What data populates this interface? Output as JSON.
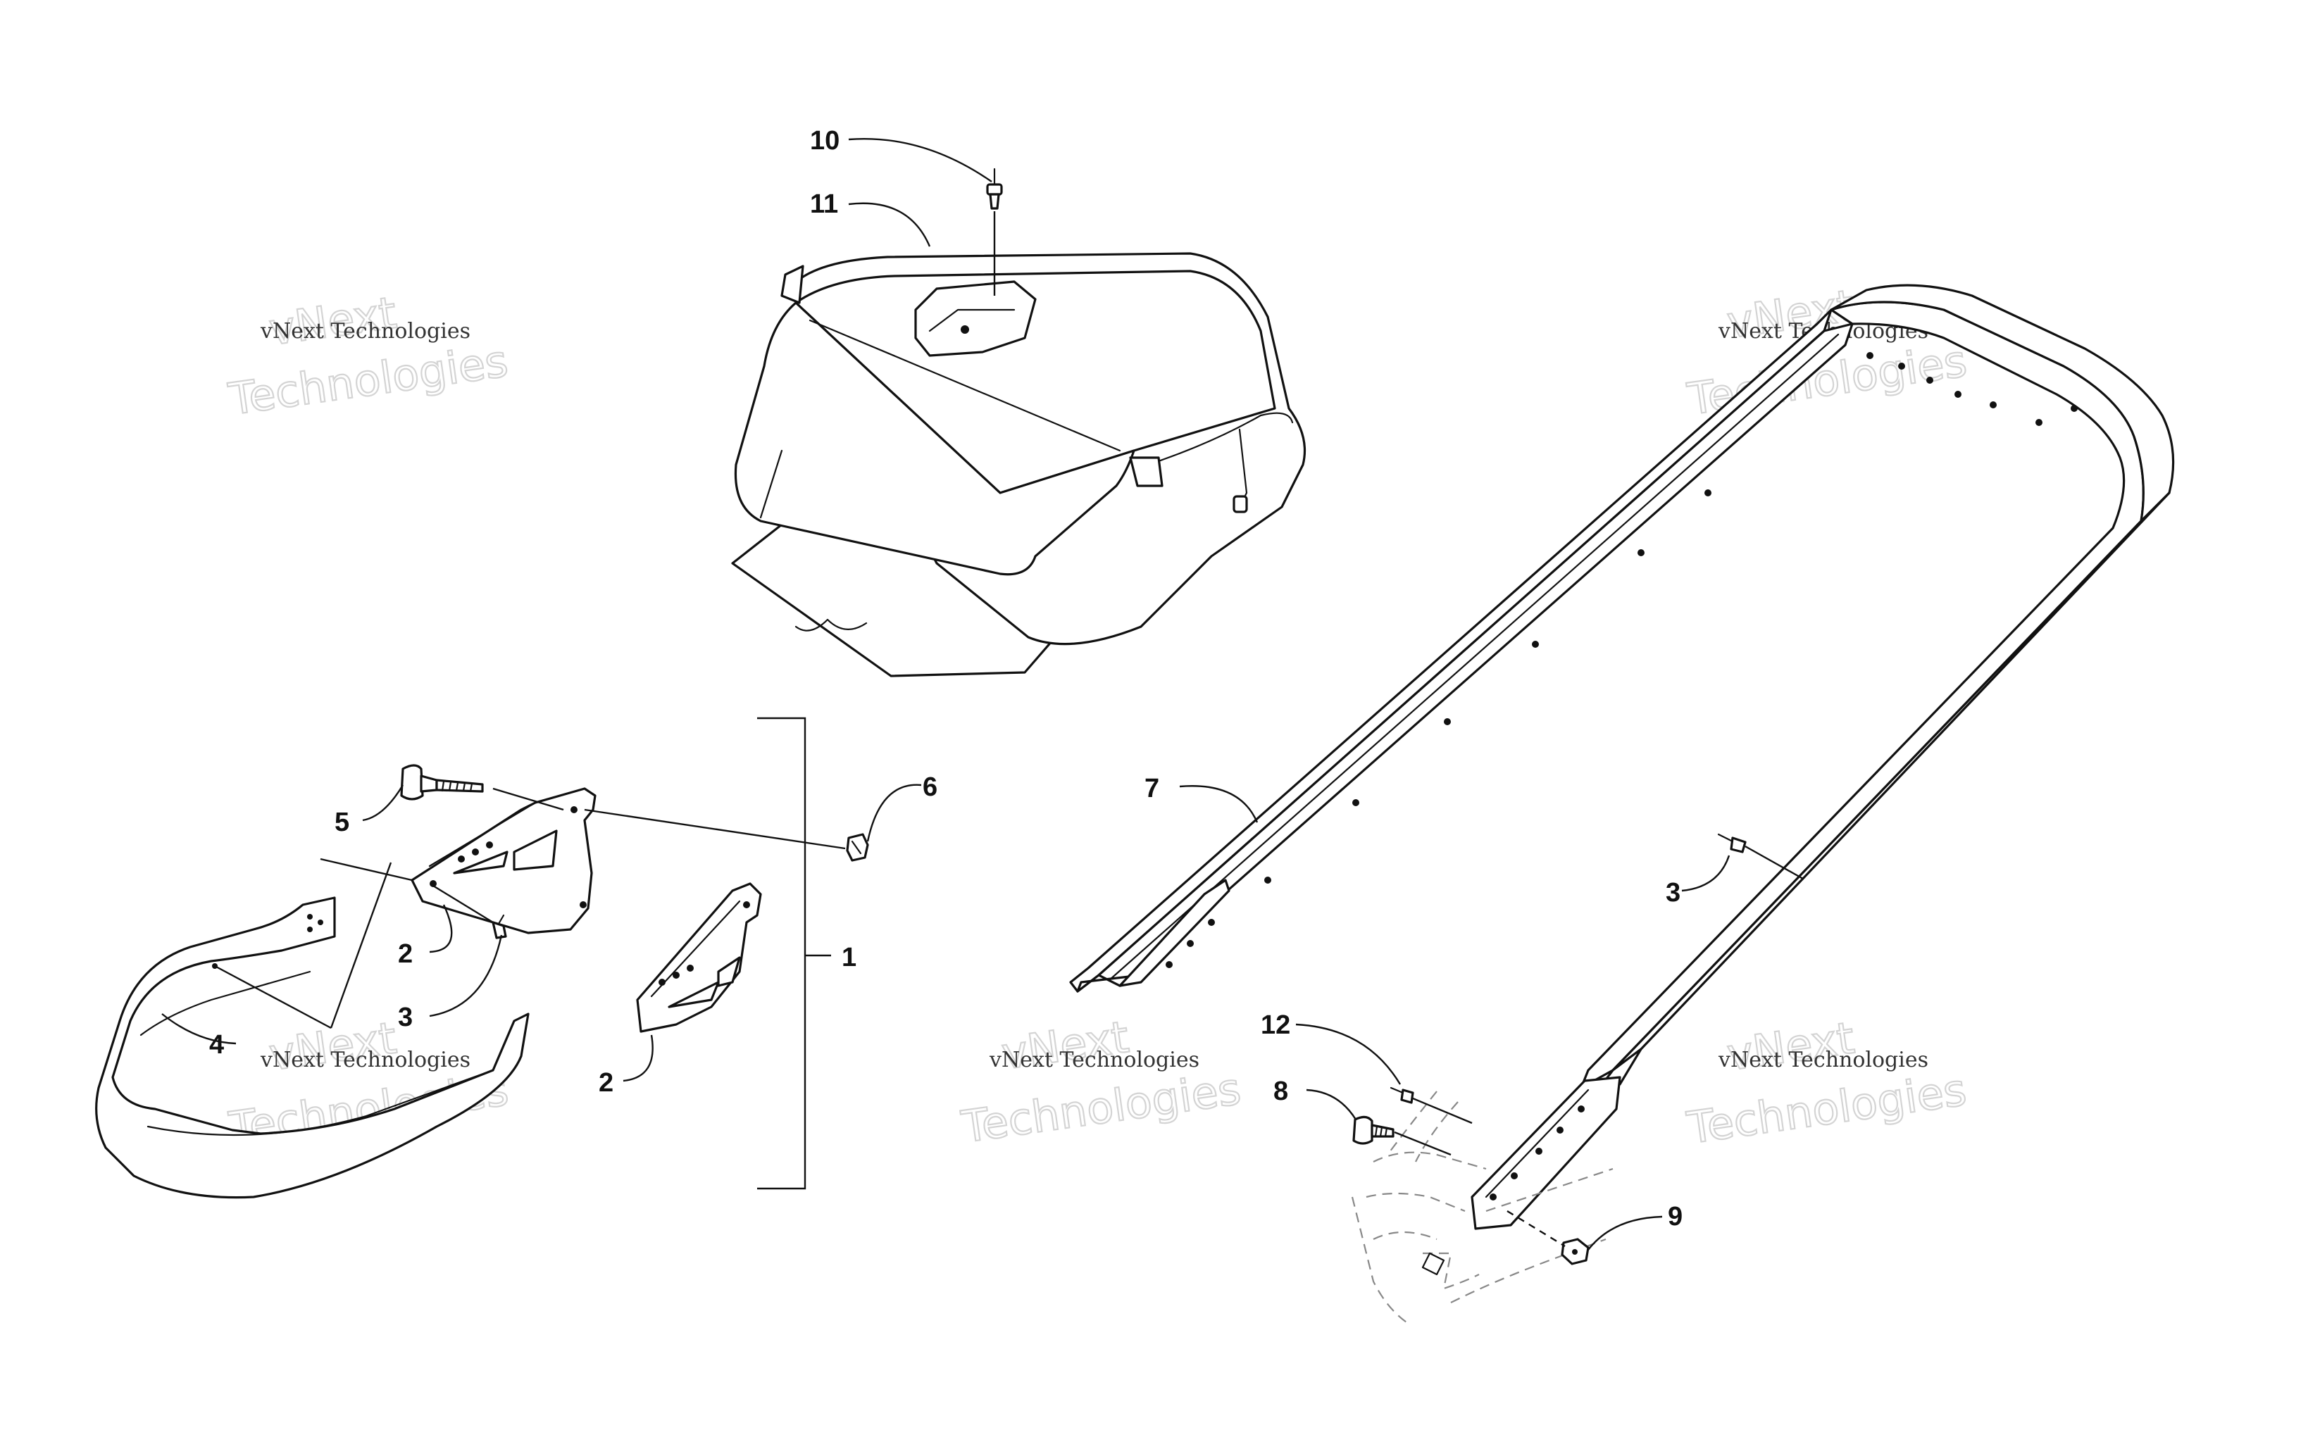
{
  "callouts": [
    {
      "id": "c1",
      "label": "1"
    },
    {
      "id": "c2a",
      "label": "2"
    },
    {
      "id": "c2b",
      "label": "2"
    },
    {
      "id": "c3a",
      "label": "3"
    },
    {
      "id": "c3b",
      "label": "3"
    },
    {
      "id": "c4",
      "label": "4"
    },
    {
      "id": "c5",
      "label": "5"
    },
    {
      "id": "c6",
      "label": "6"
    },
    {
      "id": "c7",
      "label": "7"
    },
    {
      "id": "c8",
      "label": "8"
    },
    {
      "id": "c9",
      "label": "9"
    },
    {
      "id": "c10",
      "label": "10"
    },
    {
      "id": "c11",
      "label": "11"
    },
    {
      "id": "c12",
      "label": "12"
    }
  ],
  "watermark": {
    "line1": "vNext",
    "line2": "vNext Technologies",
    "line3": "Technologies"
  }
}
